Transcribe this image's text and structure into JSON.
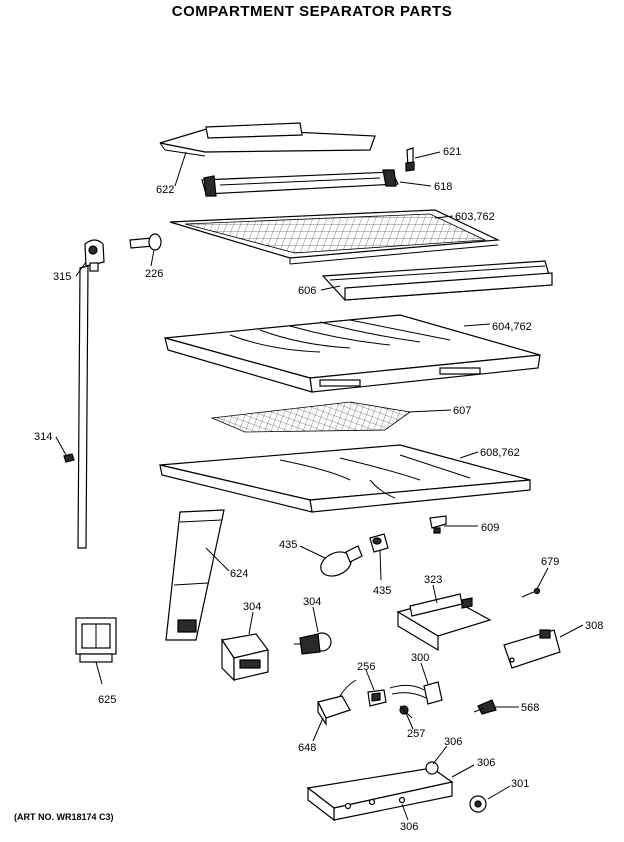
{
  "header": {
    "title_line_1": "",
    "title_line_2": "COMPARTMENT SEPARATOR PARTS"
  },
  "art_number": "(ART NO. WR18174 C3)",
  "callouts": {
    "p621": "621",
    "p622": "622",
    "p618": "618",
    "p603": "603,762",
    "p315": "315",
    "p226": "226",
    "p606": "606",
    "p604": "604,762",
    "p607": "607",
    "p314": "314",
    "p608": "608,762",
    "p609": "609",
    "p435a": "435",
    "p435b": "435",
    "p624": "624",
    "p323": "323",
    "p679": "679",
    "p304a": "304",
    "p304b": "304",
    "p308": "308",
    "p625": "625",
    "p256": "256",
    "p300": "300",
    "p568": "568",
    "p648": "648",
    "p257": "257",
    "p306a": "306",
    "p306b": "306",
    "p301": "301",
    "p306c": "306"
  }
}
